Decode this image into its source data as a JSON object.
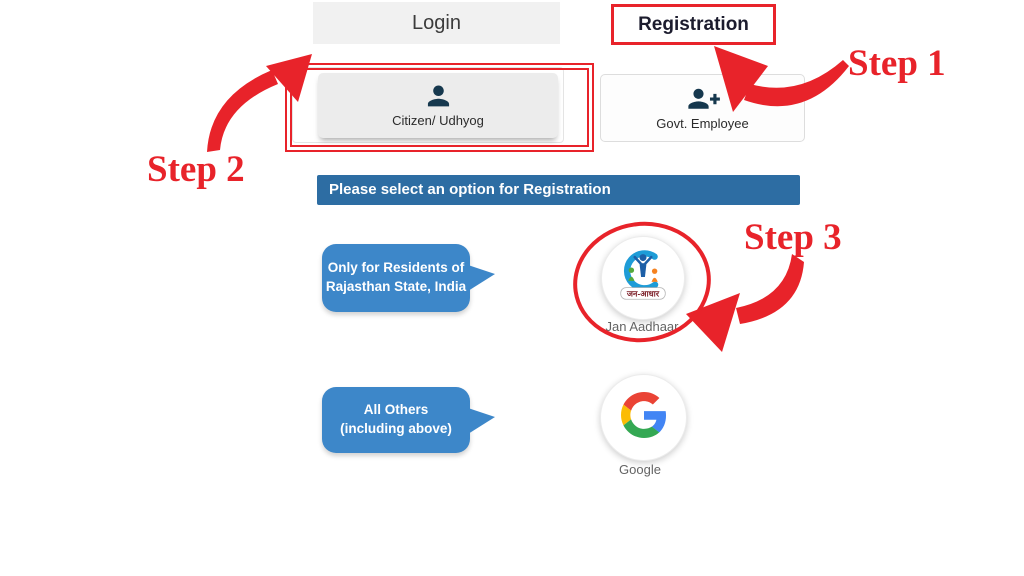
{
  "tabs": {
    "login_label": "Login",
    "registration_label": "Registration"
  },
  "user_type_cards": {
    "citizen": {
      "label": "Citizen/ Udhyog",
      "icon": "user-icon"
    },
    "govt": {
      "label": "Govt. Employee",
      "icon": "user-plus-icon"
    }
  },
  "panel": {
    "header_label": "Please select an option for Registration"
  },
  "options": {
    "jan_aadhaar": {
      "hint_line1": "Only for Residents of",
      "hint_line2": "Rajasthan State, India",
      "label": "Jan Aadhaar",
      "logo_text": "जन-आधार",
      "icon": "jan-aadhaar-logo"
    },
    "google": {
      "hint_line1": "All Others",
      "hint_line2": "(including above)",
      "label": "Google",
      "icon": "google-logo"
    }
  },
  "steps": {
    "step1_label": "Step 1",
    "step2_label": "Step 2",
    "step3_label": "Step 3"
  },
  "colors": {
    "annotation_red": "#e8232a",
    "header_blue": "#2d6da3",
    "bubble_blue": "#3d87c9",
    "icon_navy": "#16384e"
  }
}
